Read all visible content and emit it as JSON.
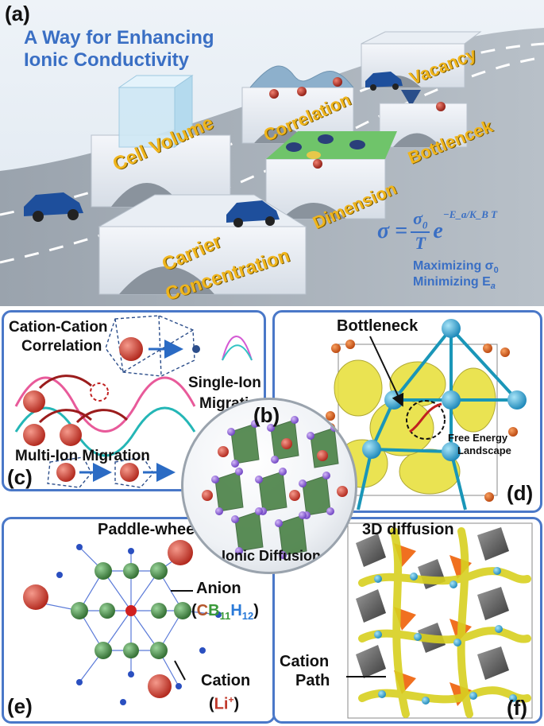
{
  "panel_a": {
    "tag": "(a)",
    "title_line1": "A Way for Enhancing",
    "title_line2": "Ionic Conductivity",
    "labels": {
      "cell_volume": "Cell Volume",
      "correlation": "Correlation",
      "vacancy": "Vacancy",
      "bottleneck": "Bottlencek",
      "dimension": "Dimension",
      "carrier": "Carrier",
      "concentration": "Concentration"
    },
    "formula": {
      "lhs": "σ = ",
      "num": "σ",
      "num_sub": "0",
      "den": "T",
      "exp_base": "e",
      "exp": "−E_a/K_B T"
    },
    "max_line": "Maximizing σ",
    "max_sub": "0",
    "min_line": "Minimizing E",
    "min_sub": "a"
  },
  "panel_b": {
    "tag": "(b)",
    "caption": "Ionic Diffusion"
  },
  "panel_c": {
    "tag": "(c)",
    "label_correlation_1": "Cation-Cation",
    "label_correlation_2": "Correlation",
    "label_single_1": "Single-Ion",
    "label_single_2": "Migration",
    "label_multi": "Multi-Ion Migration"
  },
  "panel_d": {
    "tag": "(d)",
    "label_bottleneck": "Bottleneck",
    "label_free_energy_1": "Free Energy",
    "label_free_energy_2": "Landscape"
  },
  "panel_e": {
    "tag": "(e)",
    "label_paddle": "Paddle-wheel",
    "label_anion": "Anion",
    "anion_c": "C",
    "anion_b": "B",
    "anion_b_sub": "11",
    "anion_h": "H",
    "anion_h_sub": "12",
    "label_cation": "Cation",
    "cation_formula": "Li",
    "cation_sup": "+"
  },
  "panel_f": {
    "tag": "(f)",
    "label_3d": "3D diffusion",
    "label_path_1": "Cation",
    "label_path_2": "Path"
  },
  "colors": {
    "title_blue": "#3a6fc4",
    "label_gold": "#f0b51c",
    "panel_border": "#4a78c8",
    "ion_red": "#c0392b",
    "anion_green": "#3a7d3a",
    "li_red": "#c0392b"
  }
}
